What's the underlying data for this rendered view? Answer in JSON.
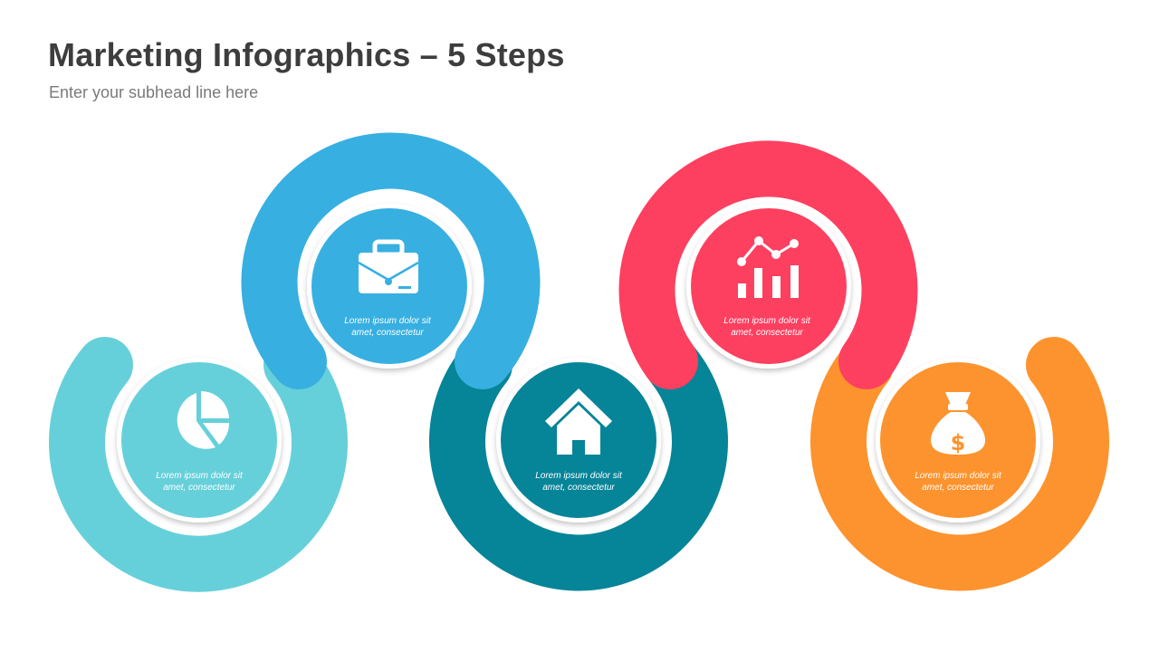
{
  "title": "Marketing Infographics – 5 Steps",
  "subhead": "Enter your subhead line here",
  "steps": [
    {
      "icon": "pie-chart-icon",
      "color": "#66d0da",
      "line1": "Lorem ipsum dolor sit",
      "line2": "amet, consectetur"
    },
    {
      "icon": "briefcase-icon",
      "color": "#37afe1",
      "line1": "Lorem ipsum dolor sit",
      "line2": "amet, consectetur"
    },
    {
      "icon": "house-icon",
      "color": "#068498",
      "line1": "Lorem ipsum dolor sit",
      "line2": "amet, consectetur"
    },
    {
      "icon": "growth-chart-icon",
      "color": "#fd4060",
      "line1": "Lorem ipsum dolor sit",
      "line2": "amet, consectetur"
    },
    {
      "icon": "money-bag-icon",
      "color": "#fd932e",
      "line1": "Lorem ipsum dolor sit",
      "line2": "amet, consectetur"
    }
  ]
}
